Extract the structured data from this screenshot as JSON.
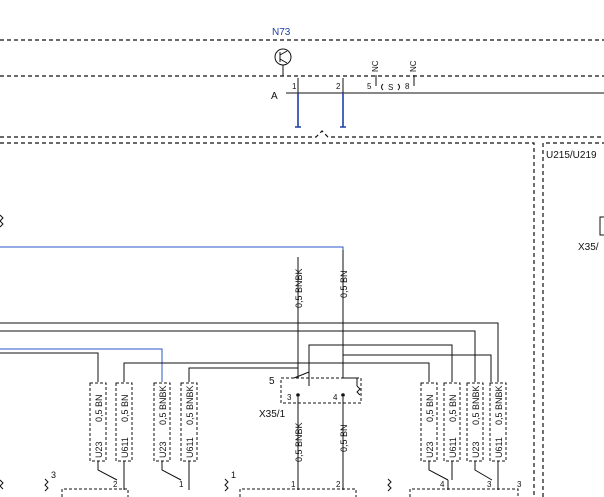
{
  "component": {
    "name": "N73",
    "connector": "A",
    "pins": [
      "1",
      "2",
      "5",
      "8"
    ],
    "nc_marks": [
      "NC",
      "NC"
    ],
    "s_mark": "S"
  },
  "region_label": "U215/U219",
  "connector_right": "X35/",
  "center_connector": {
    "name": "X35/1",
    "pin_left": "3",
    "pin_right": "4",
    "side_number": "5"
  },
  "upper_wires": [
    {
      "label": "0,5 BNBK"
    },
    {
      "label": "0,5 BN"
    }
  ],
  "lower_wires": [
    {
      "label": "0,5 BNBK"
    },
    {
      "label": "0,5 BN"
    }
  ],
  "left_group": [
    {
      "code": "U23",
      "wire": "0,5 BN"
    },
    {
      "code": "U611",
      "wire": "0,5 BN"
    },
    {
      "code": "U23",
      "wire": "0,5 BNBK"
    },
    {
      "code": "U611",
      "wire": "0,5 BNBK"
    }
  ],
  "right_group": [
    {
      "code": "U23",
      "wire": "0,5 BN"
    },
    {
      "code": "U611",
      "wire": "0,5 BN"
    },
    {
      "code": "U23",
      "wire": "0,5 BNBK"
    },
    {
      "code": "U611",
      "wire": "0,5 BNBK"
    }
  ],
  "bottom_pins": [
    "3",
    "2",
    "1",
    "1",
    "1",
    "2",
    "4",
    "3",
    "3"
  ]
}
